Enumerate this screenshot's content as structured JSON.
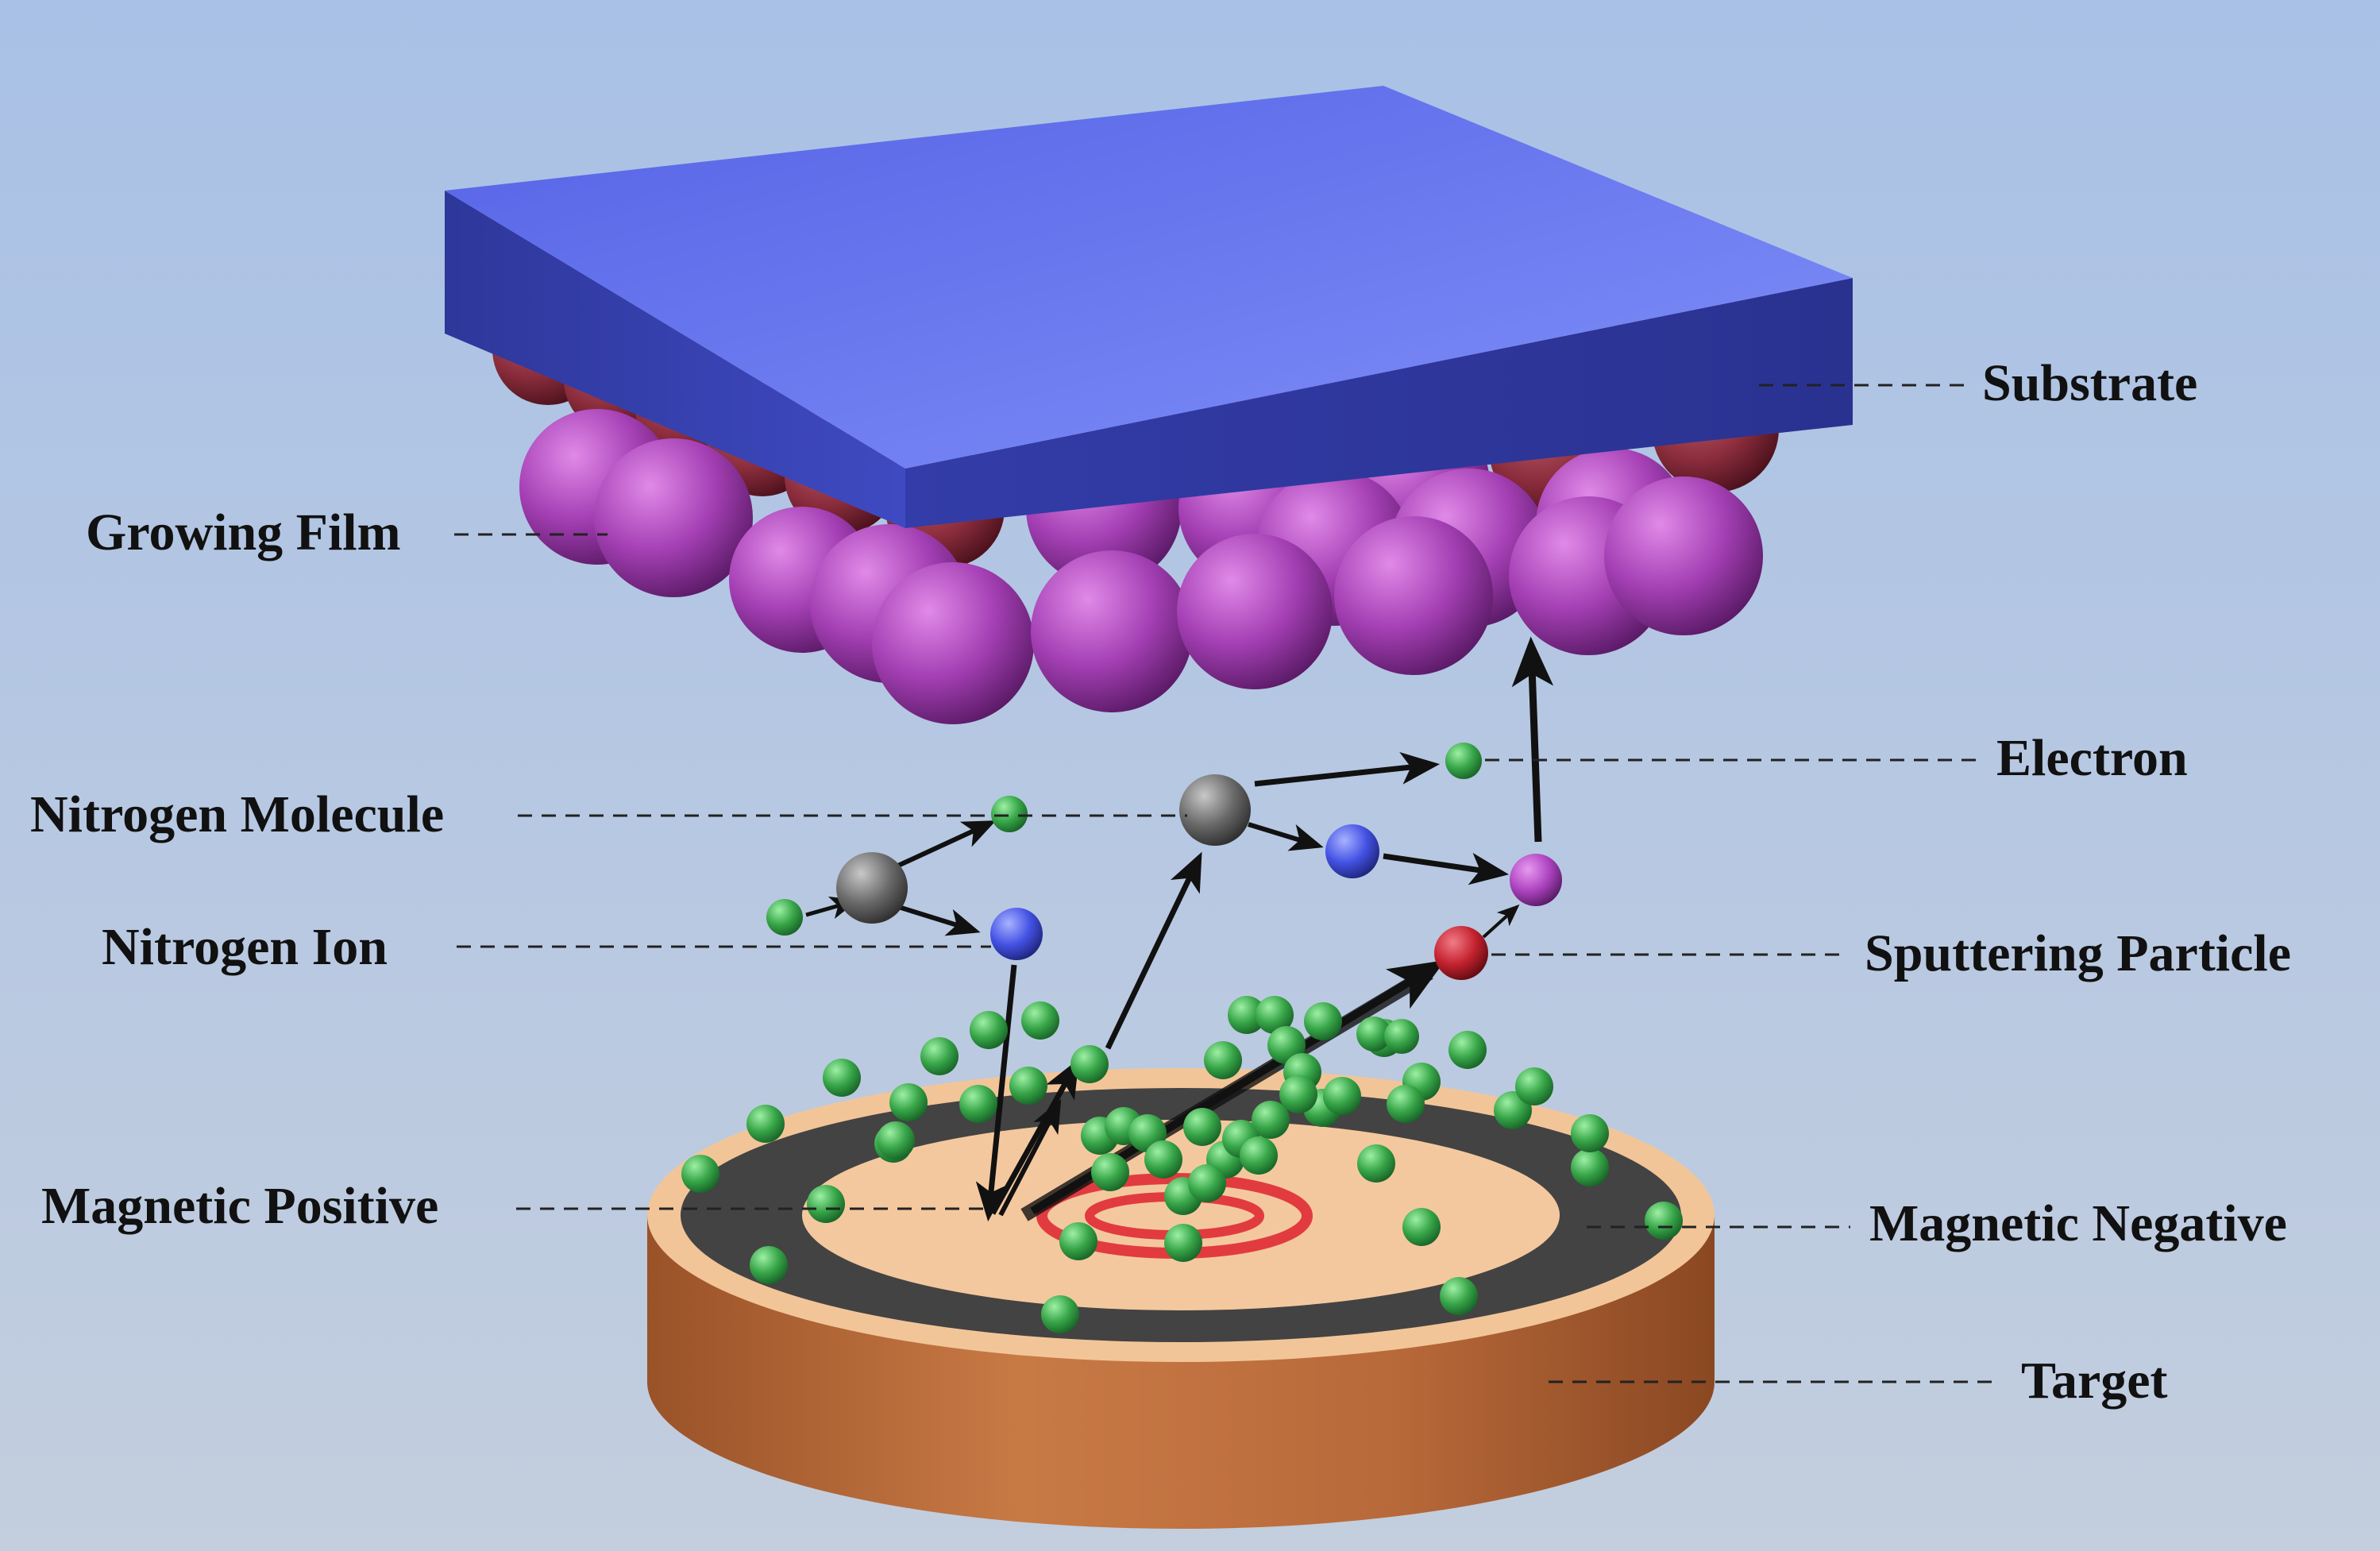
{
  "labels": {
    "substrate": "Substrate",
    "growing_film": "Growing Film",
    "electron": "Electron",
    "nitrogen_molecule": "Nitrogen Molecule",
    "nitrogen_ion": "Nitrogen Ion",
    "sputtering_particle": "Sputtering Particle",
    "magnetic_positive": "Magnetic Positive",
    "magnetic_negative": "Magnetic Negative",
    "target": "Target"
  },
  "colors": {
    "background_top": "#a9c1e6",
    "background_bottom": "#c3cede",
    "substrate_top": "#7b88f4",
    "substrate_side": "#3b45b4",
    "film_sphere": "#b44cc2",
    "film_lower_sphere": "#8c2d3d",
    "target_top": "#f4c79c",
    "target_side": "#c06d3b",
    "magnetic_ring": "#454545",
    "erosion_ring": "#e03c40",
    "electron": "#3fae4f",
    "nitrogen_molecule": "#6f6f6f",
    "nitrogen_ion": "#4a57e6",
    "sputtering_particle": "#d0293a",
    "deposited_particle": "#b548c4",
    "arrow": "#111111"
  }
}
